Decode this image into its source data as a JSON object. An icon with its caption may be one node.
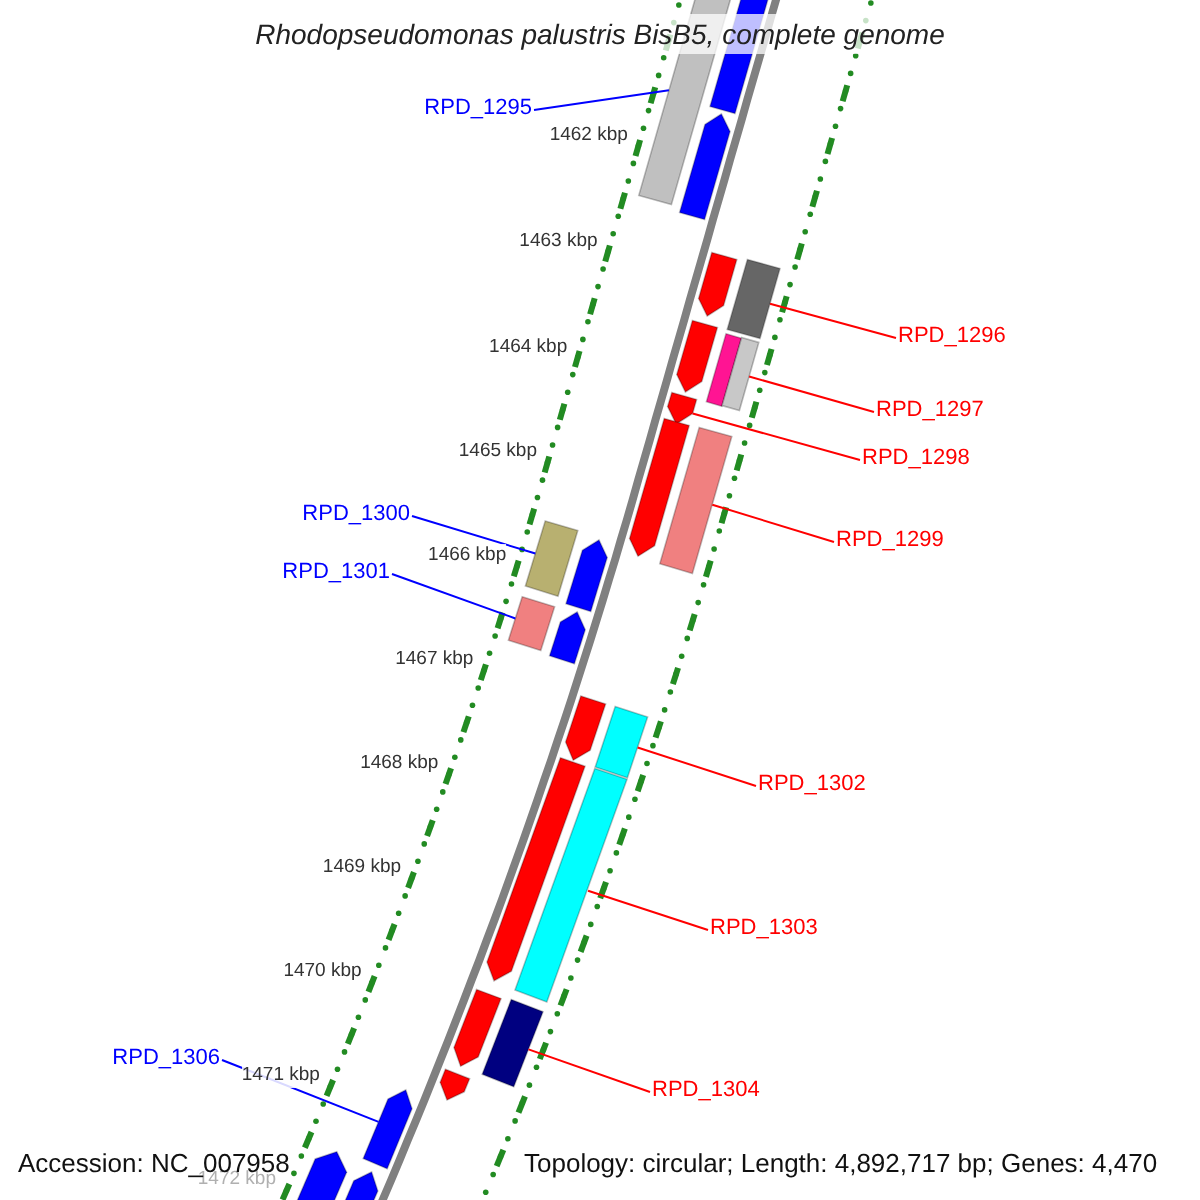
{
  "diagram": {
    "title": "Rhodopseudomonas palustris BisB5, complete genome",
    "nodes": [
      {
        "text": [
          "RPD_1295"
        ]
      },
      {
        "text": [],
        "shape": "bar"
      },
      {
        "text": [],
        "shape": "bar"
      },
      {
        "text": [],
        "shape": "bar"
      },
      {
        "text": [],
        "shape": "bar"
      },
      {
        "text": [],
        "shape": "bar"
      },
      {
        "text": [
          "RPD_1296"
        ]
      },
      {
        "text": [],
        "shape": "bar"
      },
      {
        "text": [],
        "shape": "bar"
      },
      {
        "text": [],
        "shape": "bar"
      },
      {
        "text": [
          "RPD_1297"
        ]
      },
      {
        "text": [],
        "shape": "bar"
      },
      {
        "text": [
          "RPD_1298"
        ]
      },
      {
        "text": [],
        "shape": "bar"
      },
      {
        "text": [],
        "shape": "bar"
      },
      {
        "text": [
          "RPD_1299"
        ]
      },
      {
        "text": [
          "RPD_1300"
        ]
      },
      {
        "text": [],
        "shape": "bar"
      },
      {
        "text": [],
        "shape": "bar"
      },
      {
        "text": [
          "RPD_1301"
        ]
      },
      {
        "text": [],
        "shape": "bar"
      },
      {
        "text": [],
        "shape": "bar"
      },
      {
        "text": [],
        "shape": "bar"
      },
      {
        "text": [],
        "shape": "bar"
      },
      {
        "text": [
          "RPD_1302"
        ]
      },
      {
        "text": [],
        "shape": "bar"
      },
      {
        "text": [],
        "shape": "bar"
      },
      {
        "text": [
          "RPD_1303"
        ]
      },
      {
        "text": [],
        "shape": "bar"
      },
      {
        "text": [],
        "shape": "bar"
      },
      {
        "text": [
          "RPD_1304"
        ]
      },
      {
        "text": [
          "RPD_1306"
        ]
      },
      {
        "text": [],
        "shape": "bar"
      },
      {
        "text": [],
        "shape": "bar"
      },
      {
        "text": [],
        "shape": "bar"
      },
      {
        "text": [],
        "shape": "bar"
      }
    ],
    "edges": [
      {
        "from": 0,
        "to": 1,
        "arrow": "none",
        "color": "#0000ff"
      },
      {
        "from": 6,
        "to": 5,
        "arrow": "none"
      },
      {
        "from": 10,
        "to": 9,
        "arrow": "none"
      },
      {
        "from": 12,
        "to": 11,
        "arrow": "none"
      },
      {
        "from": 15,
        "to": 14,
        "arrow": "none"
      },
      {
        "from": 16,
        "to": 17,
        "arrow": "none",
        "color": "#0000ff"
      },
      {
        "from": 19,
        "to": 20,
        "arrow": "none",
        "color": "#0000ff"
      },
      {
        "from": 24,
        "to": 23,
        "arrow": "none"
      },
      {
        "from": 27,
        "to": 26,
        "arrow": "none"
      },
      {
        "from": 30,
        "to": 29,
        "arrow": "none"
      },
      {
        "from": 31,
        "to": 33,
        "arrow": "none",
        "color": "#0000ff"
      }
    ],
    "labels": [
      "1462 kbp",
      "1463 kbp",
      "1464 kbp",
      "1465 kbp",
      "1466 kbp",
      "1467 kbp",
      "1468 kbp",
      "1469 kbp",
      "1470 kbp",
      "1471 kbp",
      "1472 kbp",
      "Accession: NC_007958",
      "Topology: circular; Length: 4,892,717 bp; Genes: 4,470"
    ]
  }
}
